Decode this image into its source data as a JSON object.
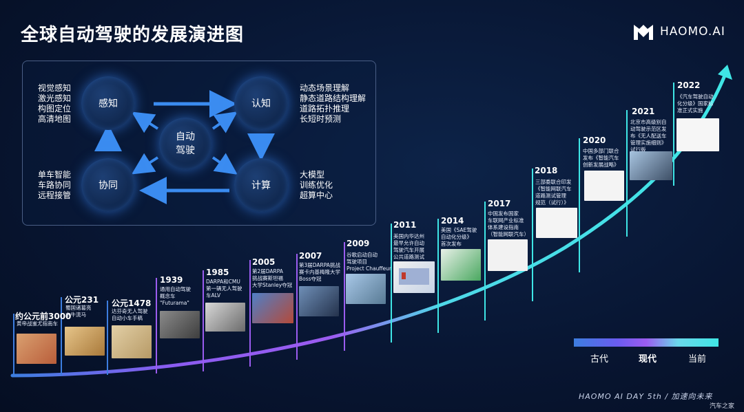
{
  "title": "全球自动驾驶的发展演进图",
  "logo": {
    "text": "HAOMO.AI",
    "icon": "haomo-logo-icon"
  },
  "cycle": {
    "center": [
      "自动",
      "驾驶"
    ],
    "nodes": {
      "perception": "感知",
      "cognition": "认知",
      "collaboration": "协同",
      "computation": "计算"
    },
    "perception_items": [
      "视觉感知",
      "激光感知",
      "构图定位",
      "高清地图"
    ],
    "cognition_items": [
      "动态场景理解",
      "静态道路结构理解",
      "道路拓扑推理",
      "长短时预测"
    ],
    "collaboration_items": [
      "单车智能",
      "车路协同",
      "远程接管"
    ],
    "computation_items": [
      "大模型",
      "训练优化",
      "超算中心"
    ]
  },
  "timeline": [
    {
      "year": "约公元前3000",
      "desc": "黄帝战蚩尤指南车"
    },
    {
      "year": "公元231",
      "desc": "蜀国诸葛亮\n木牛流马"
    },
    {
      "year": "公元1478",
      "desc": "达芬奇无人驾驶\n自动小车手稿"
    },
    {
      "year": "1939",
      "desc": "通用自动驾驶\n概念车\n\"Futurama\""
    },
    {
      "year": "1985",
      "desc": "DARPA和CMU\n第一辆无人驾驶\n车ALV"
    },
    {
      "year": "2005",
      "desc": "第2届DARPA\n挑战赛斯坦福\n大学Stanley夺冠"
    },
    {
      "year": "2007",
      "desc": "第3届DARPA挑战\n赛卡内基梅隆大学\nBoss夺冠"
    },
    {
      "year": "2009",
      "desc": "谷歌启动自动\n驾驶项目\nProject Chauffeur"
    },
    {
      "year": "2011",
      "desc": "美国内华达州\n最早允许自动\n驾驶汽车开展\n公共道路测试"
    },
    {
      "year": "2014",
      "desc": "美国《SAE驾驶\n自动化分级》\n首次发布"
    },
    {
      "year": "2017",
      "desc": "中国发布国家\n车联网产业标准\n体系建设指南\n（智能网联汽车）"
    },
    {
      "year": "2018",
      "desc": "三部委联合印发\n《智能网联汽车\n道路测试管理\n规范（试行）》"
    },
    {
      "year": "2020",
      "desc": "中国多部门联合\n发布《智能汽车\n创新发展战略》"
    },
    {
      "year": "2021",
      "desc": "北京市高级别自\n动驾驶示范区发\n布《无人配送车\n管理实施细则》\n试行版"
    },
    {
      "year": "2022",
      "desc": "《汽车驾驶自动\n化分级》国家标\n准正式实施"
    }
  ],
  "legend": {
    "ancient": "古代",
    "modern": "现代",
    "current": "当前"
  },
  "colors": {
    "cyan": "#3fe6e6",
    "purple": "#9b5cf0",
    "blue": "#3d7ee0"
  },
  "footer": "HAOMO AI DAY 5th  /  加速向未来",
  "watermark": "汽车之家"
}
